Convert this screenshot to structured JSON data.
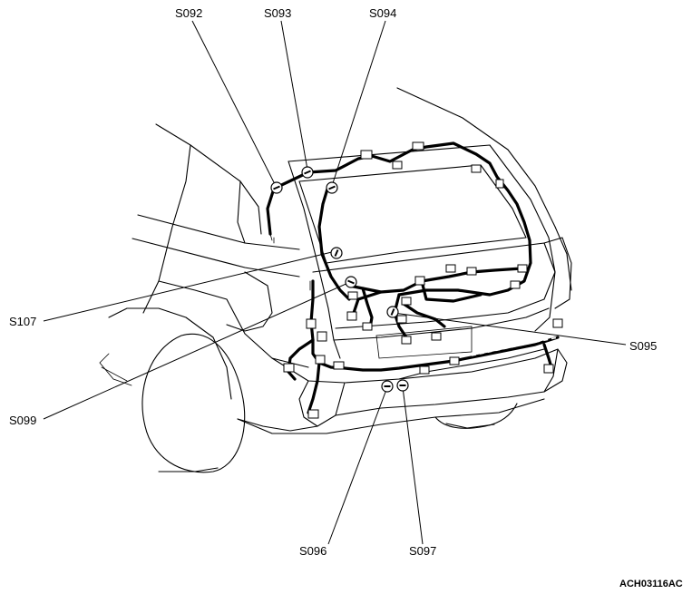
{
  "figure_code": "ACH03116AC",
  "labels": {
    "s092": "S092",
    "s093": "S093",
    "s094": "S094",
    "s095": "S095",
    "s096": "S096",
    "s097": "S097",
    "s099": "S099",
    "s107": "S107"
  }
}
